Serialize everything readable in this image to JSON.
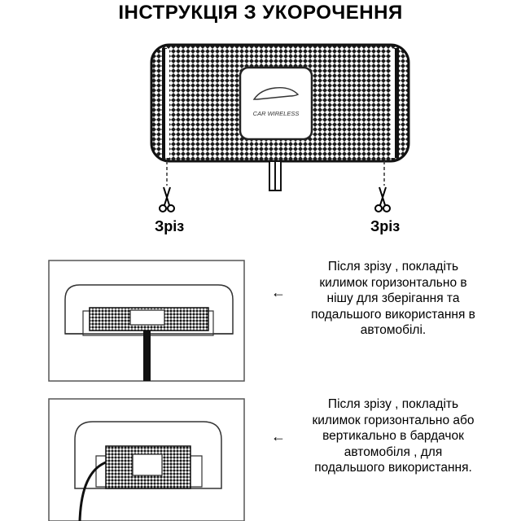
{
  "title": "ІНСТРУКЦІЯ З УКОРОЧЕННЯ",
  "mat": {
    "badge_text": "CAR WIRELESS"
  },
  "cuts": [
    {
      "label": "Зріз",
      "icon": "scissors-icon"
    },
    {
      "label": "Зріз",
      "icon": "scissors-icon"
    }
  ],
  "steps": [
    {
      "lines": [
        "Після зрізу , покладіть",
        "килимок горизонтально в",
        "нішу для зберігання та",
        "подальшого використання в",
        "автомобілі."
      ],
      "arrow": "←"
    },
    {
      "lines": [
        "Після зрізу , покладіть",
        "килимок горизонтально або",
        "вертикально в бардачок",
        "автомобіля , для",
        "подальшого використання."
      ],
      "arrow": "←"
    }
  ]
}
